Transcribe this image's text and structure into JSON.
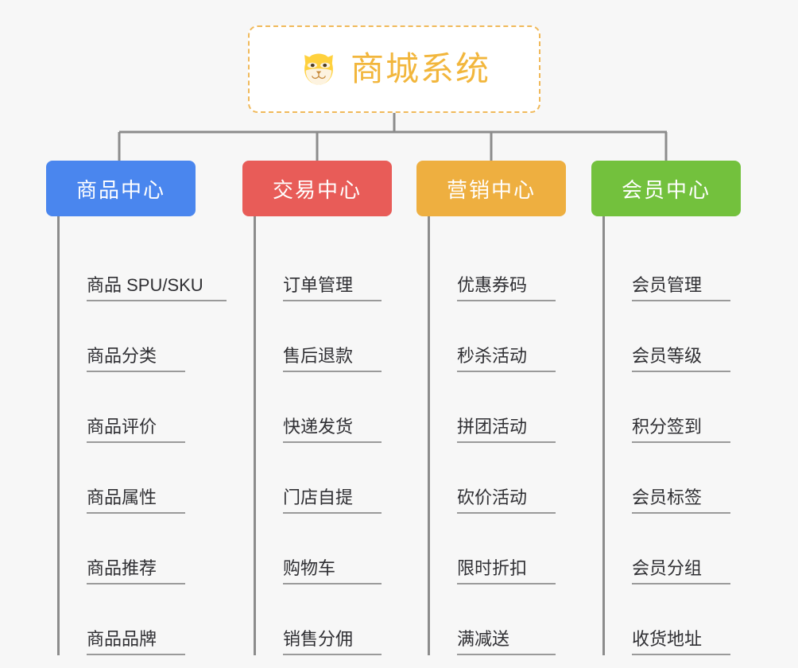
{
  "root": {
    "title": "商城系统",
    "icon": "shiba-dog-icon",
    "border_color": "#f0b95a",
    "text_color": "#f2b63c",
    "background": "#ffffff"
  },
  "canvas": {
    "background": "#f7f7f7",
    "connector_color": "#8c8c8c",
    "leaf_underline_color": "#9a9a9a"
  },
  "categories": [
    {
      "label": "商品中心",
      "color": "#4a86ee",
      "items": [
        "商品 SPU/SKU",
        "商品分类",
        "商品评价",
        "商品属性",
        "商品推荐",
        "商品品牌"
      ]
    },
    {
      "label": "交易中心",
      "color": "#e85c58",
      "items": [
        "订单管理",
        "售后退款",
        "快递发货",
        "门店自提",
        "购物车",
        "销售分佣"
      ]
    },
    {
      "label": "营销中心",
      "color": "#eeaf40",
      "items": [
        "优惠券码",
        "秒杀活动",
        "拼团活动",
        "砍价活动",
        "限时折扣",
        "满减送"
      ]
    },
    {
      "label": "会员中心",
      "color": "#73c13d",
      "items": [
        "会员管理",
        "会员等级",
        "积分签到",
        "会员标签",
        "会员分组",
        "收货地址"
      ]
    }
  ]
}
